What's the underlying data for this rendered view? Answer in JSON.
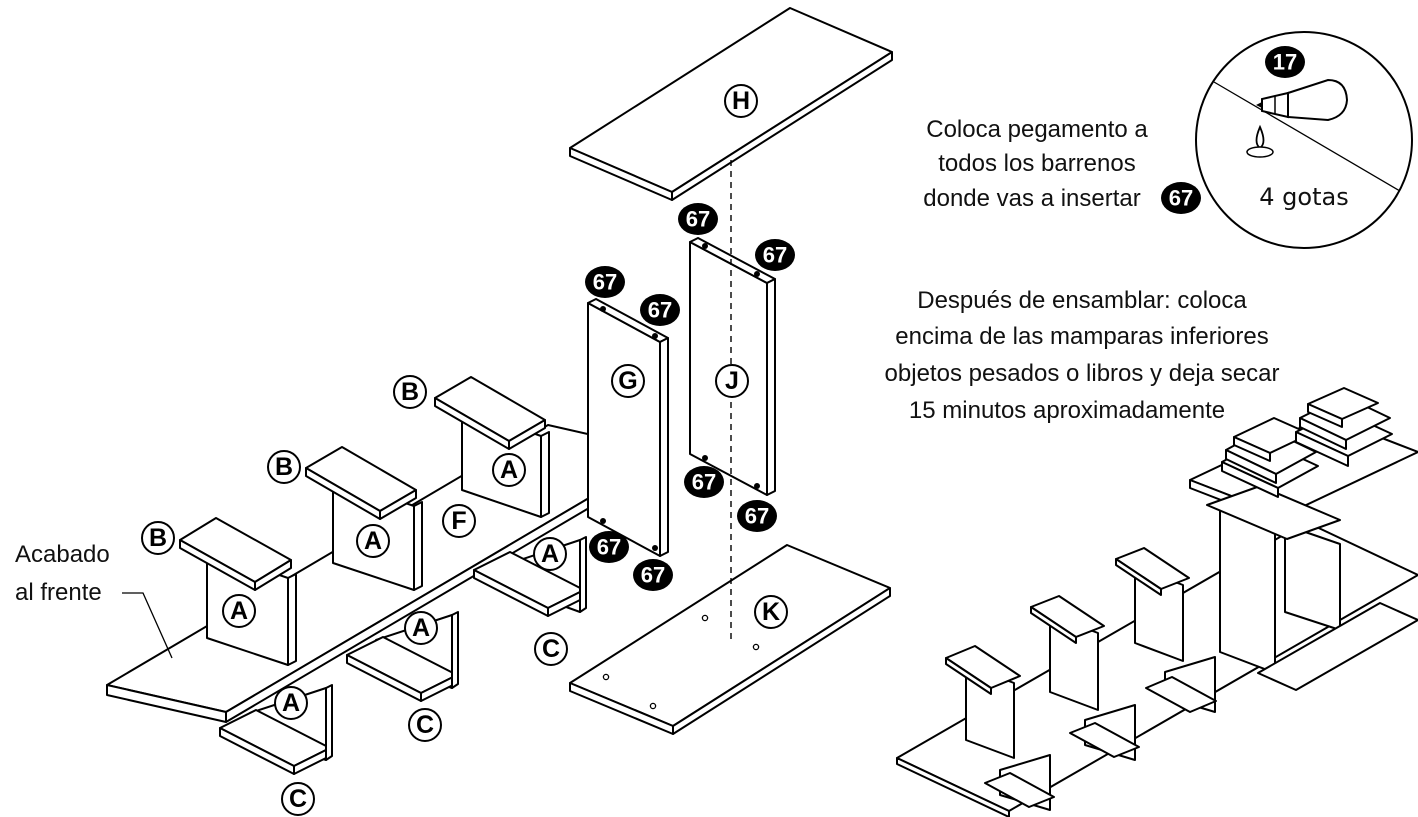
{
  "parts": {
    "H": "H",
    "G": "G",
    "J": "J",
    "F": "F",
    "K": "K",
    "A": "A",
    "B": "B",
    "C": "C"
  },
  "hardware": {
    "dowel": "67",
    "glue": "17"
  },
  "notes": {
    "glue_line1": "Coloca pegamento a",
    "glue_line2": "todos los barrenos",
    "glue_line3": "donde vas a insertar",
    "drops": "4 gotas",
    "after_line1": "Después de ensamblar: coloca",
    "after_line2": "encima de las mamparas inferiores",
    "after_line3": "objetos pesados o libros y deja secar",
    "after_line4": "15 minutos aproximadamente",
    "finish_line1": "Acabado",
    "finish_line2": "al frente"
  }
}
